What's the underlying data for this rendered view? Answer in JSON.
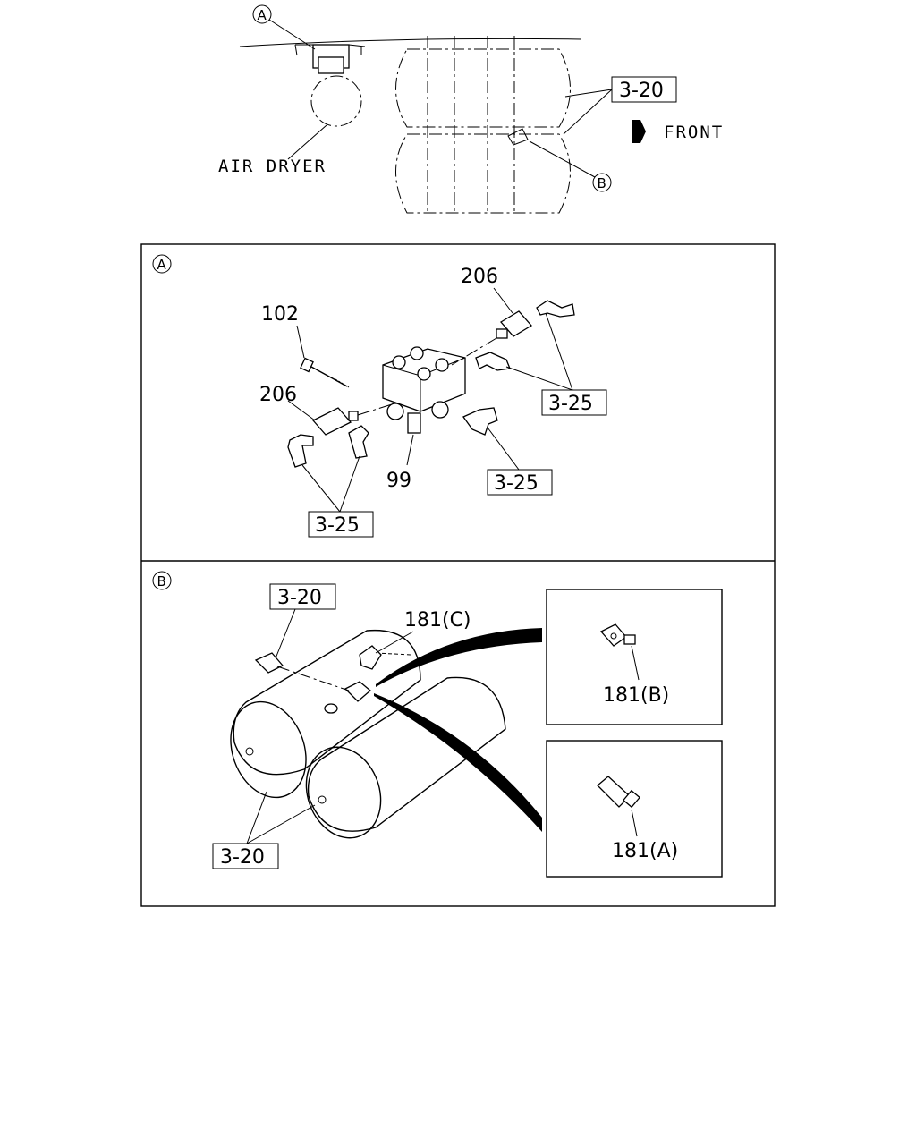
{
  "overview": {
    "callout_a": "A",
    "callout_b": "B",
    "air_dryer": "AIR DRYER",
    "ref_3_20": "3-20",
    "front": "FRONT"
  },
  "detail_a": {
    "letter": "A",
    "part_206_top": "206",
    "part_102": "102",
    "part_206_left": "206",
    "part_99": "99",
    "ref_3_25_right": "3-25",
    "ref_3_25_mid": "3-25",
    "ref_3_25_bottom": "3-25"
  },
  "detail_b": {
    "letter": "B",
    "ref_3_20_top": "3-20",
    "part_181c": "181(C)",
    "part_181b": "181(B)",
    "part_181a": "181(A)",
    "ref_3_20_bottom": "3-20"
  }
}
